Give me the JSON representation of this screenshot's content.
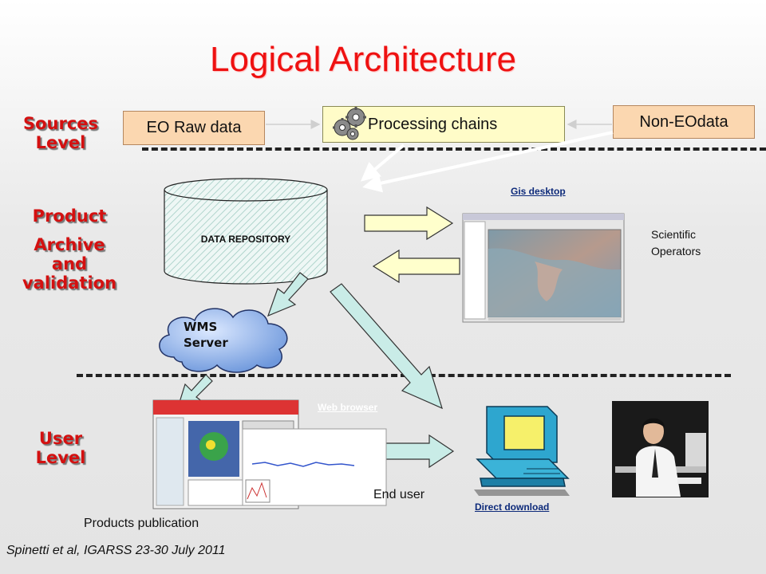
{
  "title": "Logical Architecture",
  "levels": {
    "sources": "Sources\nLevel",
    "product_1": "Product",
    "product_2": "Archive\nand\nvalidation",
    "user": "User\nLevel"
  },
  "boxes": {
    "eo_raw": "EO Raw data",
    "processing": "Processing chains",
    "non_eo": "Non-EOdata"
  },
  "repository": "DATA REPOSITORY",
  "wms": "WMS\nServer",
  "labels": {
    "gis_desktop": "Gis desktop",
    "scientific": "Scientific\nOperators",
    "web_browser": "Web browser",
    "end_user": "End user",
    "direct_download": "Direct download",
    "products_publication": "Products publication",
    "citation": "Spinetti et al, IGARSS 23-30 July 2011"
  },
  "colors": {
    "title": "#ee1111",
    "level": "#d41010",
    "eo_box": "#fbd7b0",
    "processing_box": "#fffcc8",
    "arrow_fill": "#ffffcc",
    "cloud": "#8fb4ea",
    "computer": "#2ea6cf"
  },
  "icons": [
    "gears-icon",
    "database-cylinder-icon",
    "cloud-icon",
    "computer-icon",
    "operator-photo"
  ]
}
